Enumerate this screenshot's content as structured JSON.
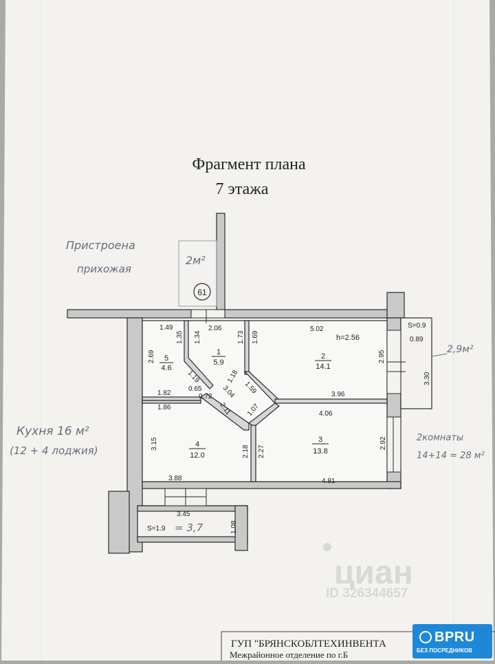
{
  "header": {
    "title_line1": "Фрагмент плана",
    "title_line2": "7 этажа"
  },
  "apartment_number": "61",
  "ceiling_height": "h=2.56",
  "rooms": [
    {
      "number": "1",
      "area": "5.9"
    },
    {
      "number": "2",
      "area": "14.1"
    },
    {
      "number": "3",
      "area": "13.8"
    },
    {
      "number": "4",
      "area": "12.0"
    },
    {
      "number": "5",
      "area": "4.6"
    }
  ],
  "dimensions": {
    "d1_49": "1.49",
    "d1_35": "1.35",
    "d1_34": "1.34",
    "d2_06": "2.06",
    "d1_73": "1.73",
    "d1_69": "1.69",
    "d5_02": "5.02",
    "d2_95": "2.95",
    "d2_69": "2.69",
    "d1_19": "1.19",
    "d0_65": "0.65",
    "d1_18": "1.18",
    "d3_04": "3.04",
    "d1_59": "1.59",
    "d1_82": "1.82",
    "d0_72": "0.72",
    "d3_96": "3.96",
    "d1_86": "1.86",
    "d2_11": "2.11",
    "d1_07": "1.07",
    "d4_06": "4.06",
    "d3_15": "3.15",
    "d2_18": "2.18",
    "d2_27": "2.27",
    "d2_92": "2.92",
    "d3_88": "3.88",
    "d4_81": "4.81",
    "d3_45": "3.45",
    "d1_08": "1.08",
    "d0_89": "0.89",
    "d3_30": "3.30"
  },
  "balcony_right": {
    "area": "S=0.9"
  },
  "loggia": {
    "area": "S=1.9"
  },
  "annotations": {
    "hall_line1": "Пристроена",
    "hall_line2": "прихожая",
    "hall_area": "2м²",
    "balcony_note": "2,9м²",
    "kitchen_line1": "Кухня 16 м²",
    "kitchen_line2": "(12 + 4 лоджия)",
    "rooms_line1": "2комнаты",
    "rooms_line2": "14+14 = 28 м²",
    "loggia_note": "= 3,7"
  },
  "footer": {
    "org": "ГУП \"БРЯНСКОБЛТЕХИНВЕНТА",
    "dept": "Межрайонное отделение по г.Б"
  },
  "watermark": {
    "brand": "циан",
    "id": "ID 326344657"
  },
  "badge": {
    "brand": "BPRU",
    "sub": "БЕЗ ПОСРЕДНИКОВ"
  },
  "colors": {
    "paper": "#f3f2ef",
    "wall": "#c9c9c9",
    "line": "#2a2a2a",
    "badge": "#1e88d8",
    "ink": "#6a6a7a"
  }
}
